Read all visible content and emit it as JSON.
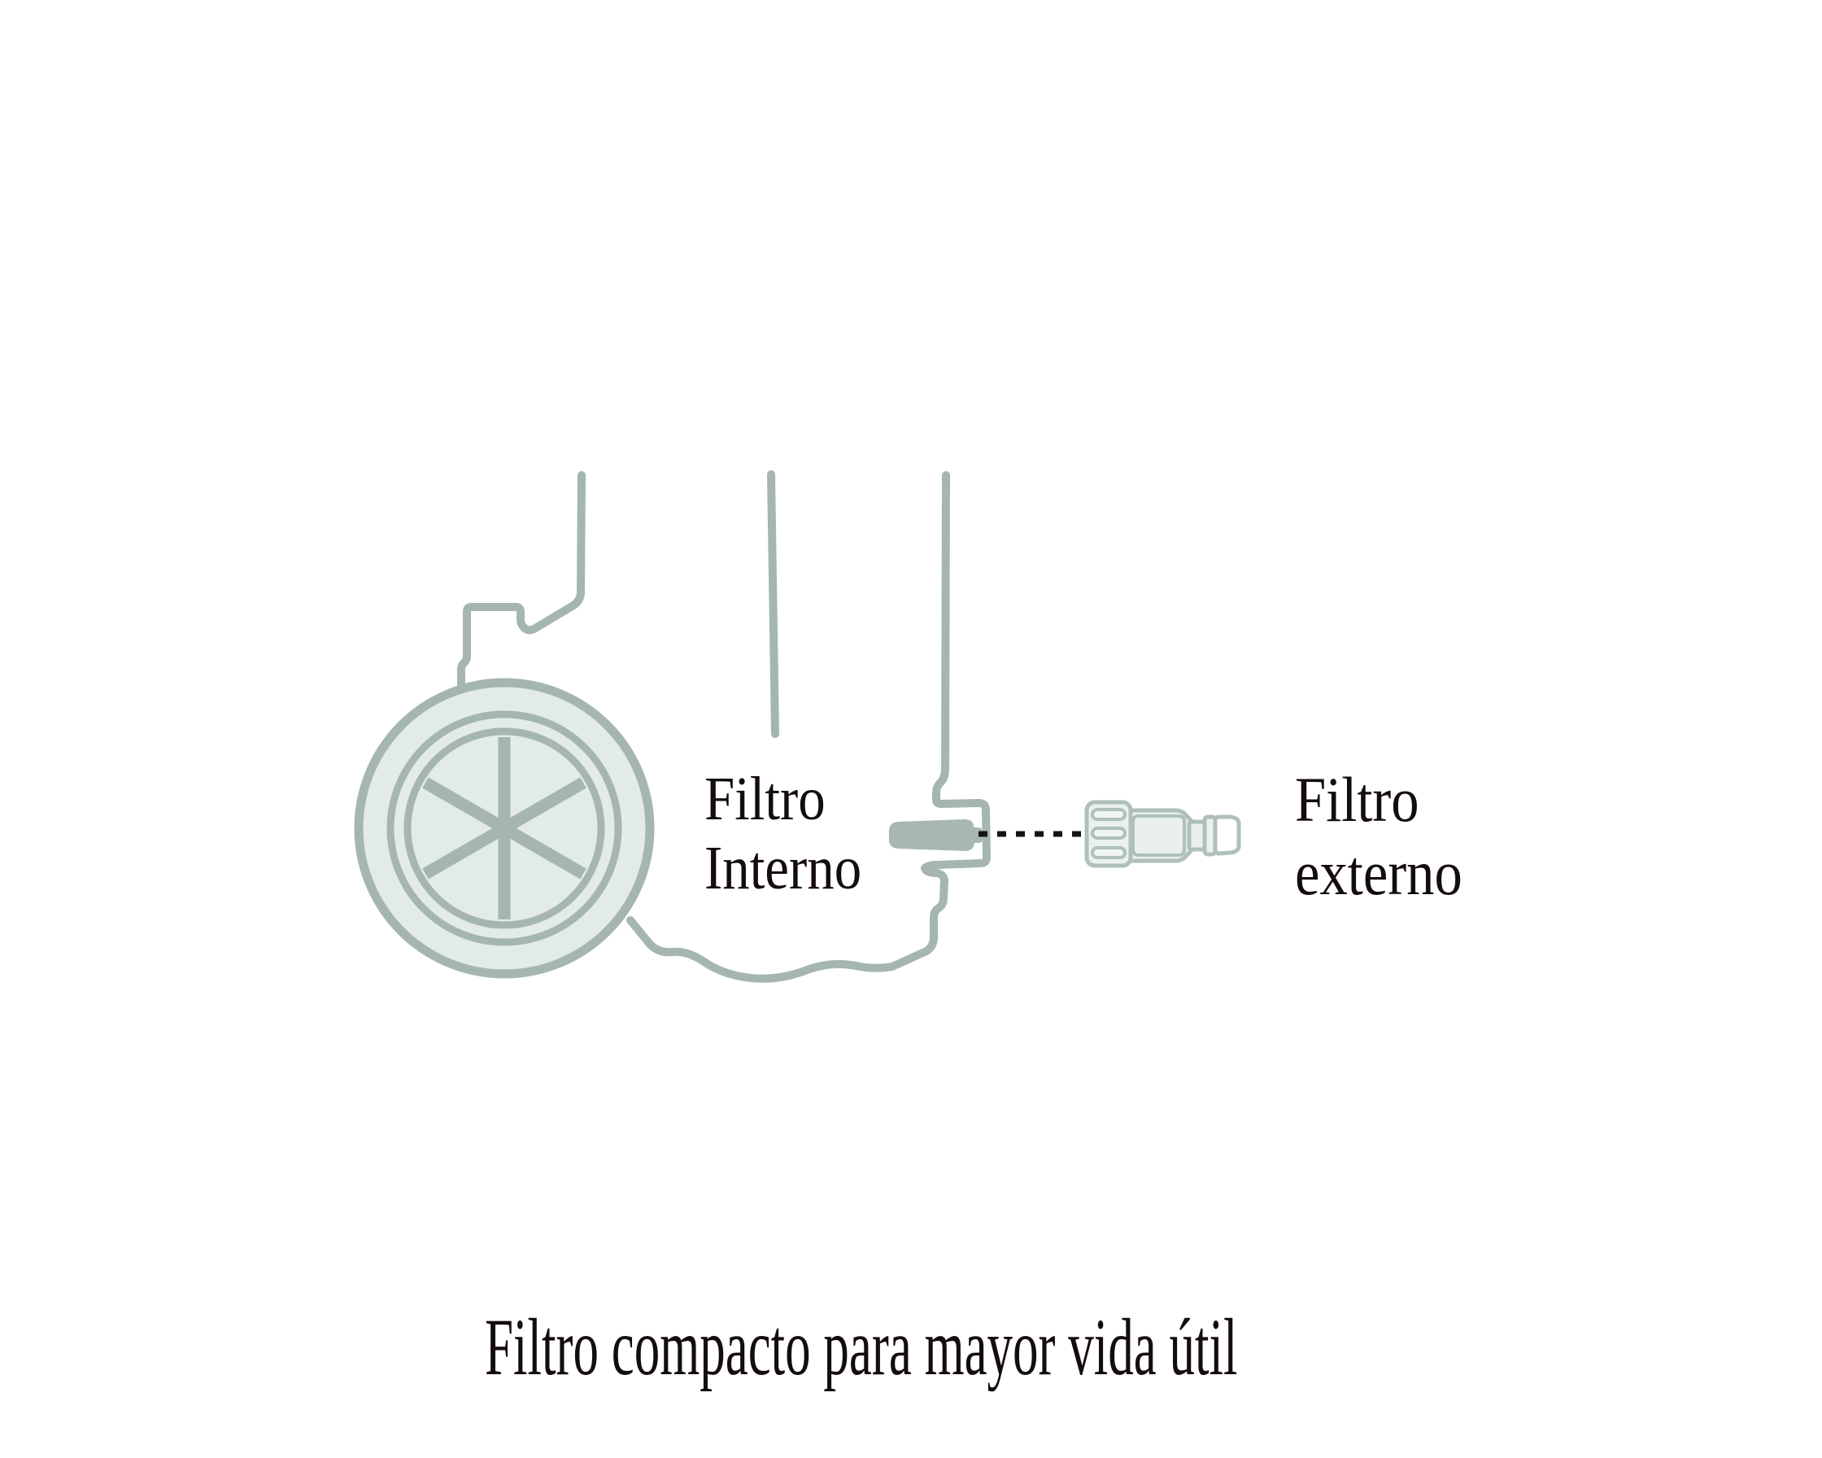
{
  "diagram": {
    "labels": {
      "internal": {
        "line1": "Filtro",
        "line2": "Interno"
      },
      "external": {
        "line1": "Filtro",
        "line2": "externo"
      }
    },
    "caption": "Filtro compacto para mayor vida útil",
    "colors": {
      "bg": "#ffffff",
      "outline": "#a5b6af",
      "light_fill": "#e3ebe7",
      "plug_fill": "#a7b8b1",
      "external_stroke": "#aec0b9",
      "external_fill": "#e9f0ed",
      "dash": "#141414",
      "text": "#140c12"
    }
  }
}
